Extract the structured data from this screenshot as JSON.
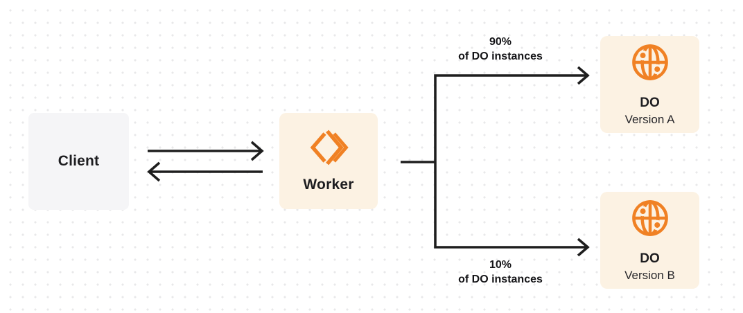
{
  "colors": {
    "accent_orange": "#F08124",
    "box_cream": "#FCF2E3",
    "box_gray": "#F5F5F7",
    "arrow_black": "#1E1E1E",
    "text_dark": "#1D1D20",
    "dot_grid": "#E8E8EA"
  },
  "nodes": {
    "client": {
      "label": "Client"
    },
    "worker": {
      "label": "Worker"
    },
    "do_version_a": {
      "label": "DO",
      "sublabel": "Version A"
    },
    "do_version_b": {
      "label": "DO",
      "sublabel": "Version B"
    }
  },
  "edges": {
    "to_do_a": {
      "percent": "90%",
      "caption": "of DO instances"
    },
    "to_do_b": {
      "percent": "10%",
      "caption": "of DO instances"
    }
  }
}
